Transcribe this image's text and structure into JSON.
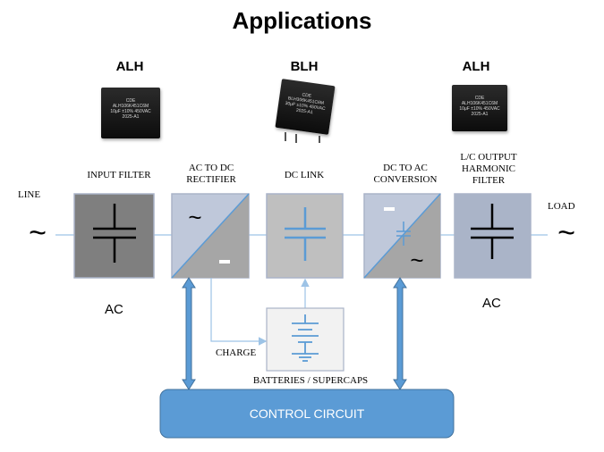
{
  "title": "Applications",
  "products": [
    {
      "label": "ALH",
      "marking": [
        "CDE",
        "ALH106K451C6M",
        "10μF ±10% 450VAC",
        "2025-A1"
      ]
    },
    {
      "label": "BLH",
      "marking": [
        "CDE",
        "BLH306K451C6M",
        "30μF ±10% 450VAC",
        "2025-A1"
      ]
    },
    {
      "label": "ALH",
      "marking": [
        "CDE",
        "ALH106K451C6M",
        "10μF ±10% 450VAC",
        "2025-A1"
      ]
    }
  ],
  "stages": {
    "input_filter": "INPUT FILTER",
    "rectifier": [
      "AC TO DC",
      "RECTIFIER"
    ],
    "dc_link": "DC  LINK",
    "conversion": [
      "DC TO AC",
      "CONVERSION"
    ],
    "output_filter": [
      "L/C OUTPUT",
      "HARMONIC",
      "FILTER"
    ]
  },
  "line_label": "LINE",
  "load_label": "LOAD",
  "ac_left": "AC",
  "ac_right": "AC",
  "charge_label": "CHARGE",
  "batteries_label": "BATTERIES / SUPERCAPS",
  "control_circuit": "CONTROL CIRCUIT",
  "colors": {
    "input_filter_box": "#7f7f7f",
    "rectifier_light": "#bfc8da",
    "rectifier_dark": "#a6a6a6",
    "dc_link_box": "#bfbfbf",
    "output_filter_box": "#aab4c8",
    "battery_box": "#f2f2f2",
    "control_fill": "#5b9bd5",
    "arrow": "#5b9bd5",
    "wire": "#9dc3e6"
  }
}
